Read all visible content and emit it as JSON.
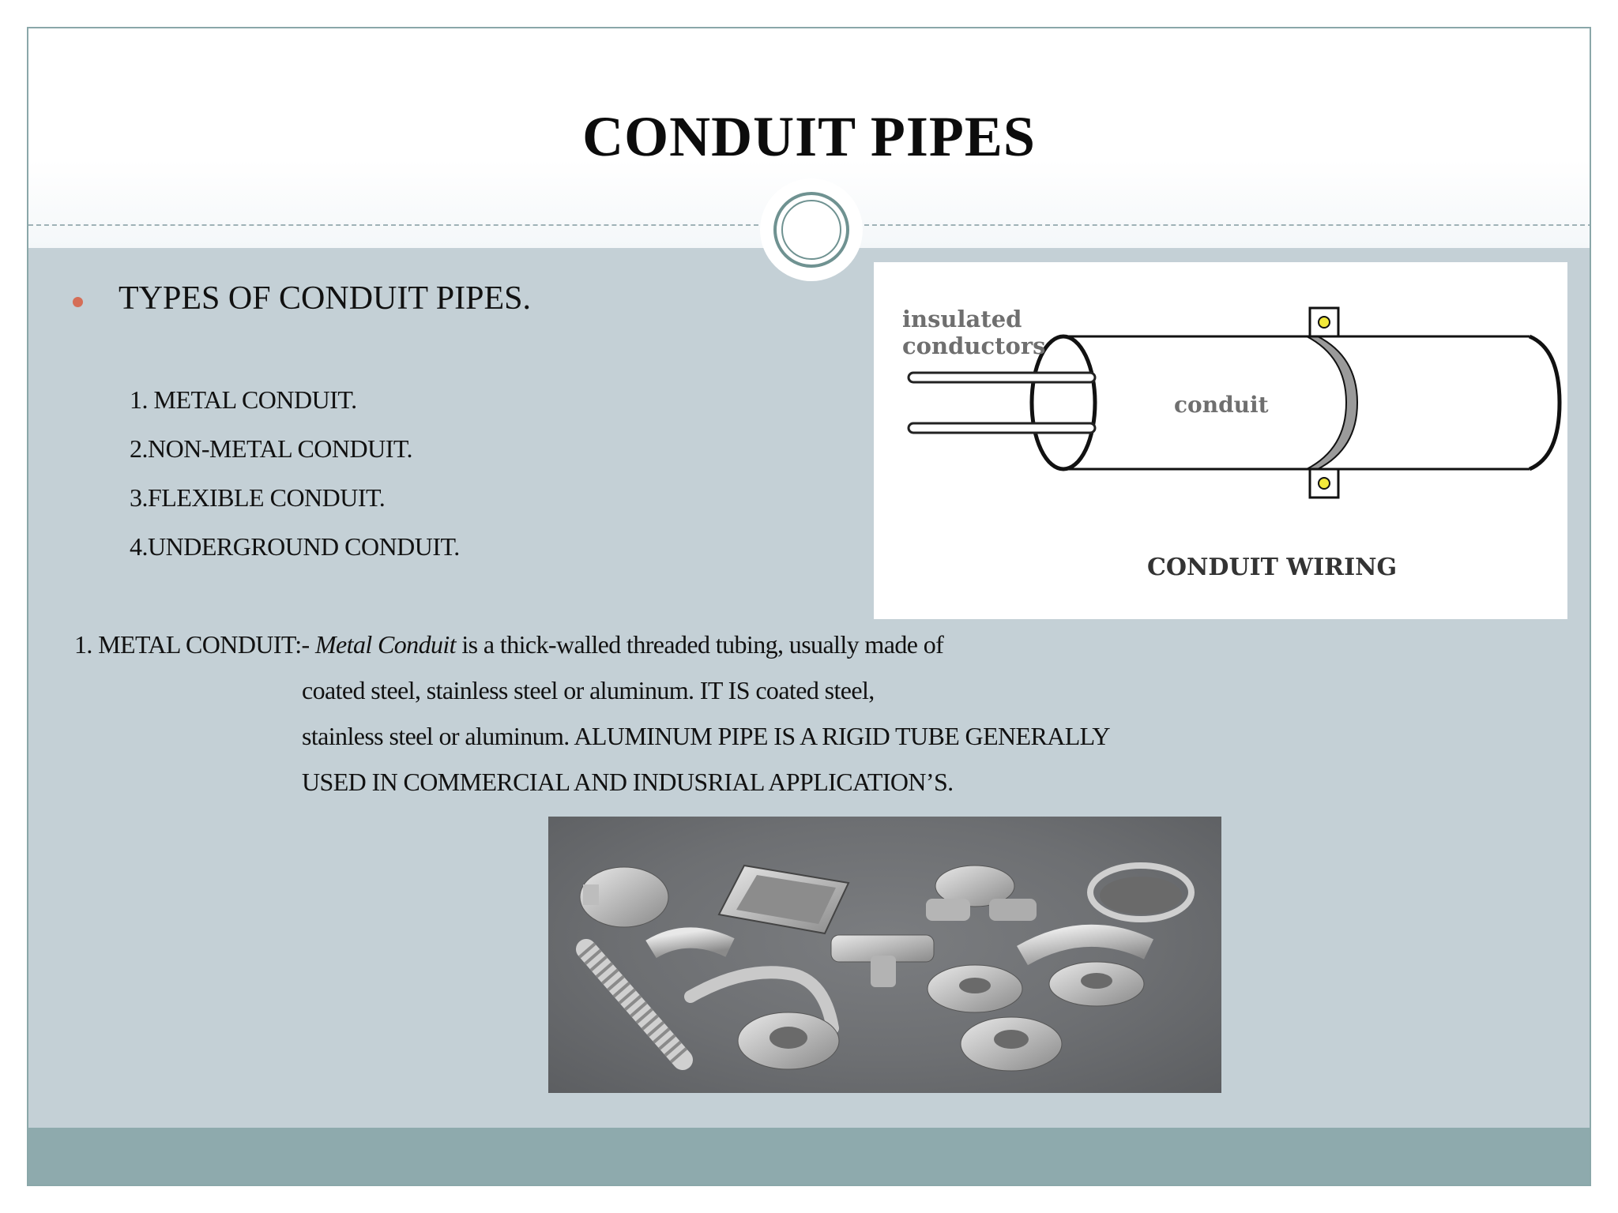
{
  "slide": {
    "title": "CONDUIT PIPES",
    "bullet_heading": "TYPES OF CONDUIT PIPES.",
    "types_list": [
      "1. METAL CONDUIT.",
      "2.NON-METAL CONDUIT.",
      "3.FLEXIBLE CONDUIT.",
      "4.UNDERGROUND CONDUIT."
    ],
    "metal_conduit": {
      "label": "1. METAL CONDUIT:- ",
      "term": "Metal Conduit",
      "line1_rest": " is a thick-walled threaded tubing, usually made of",
      "line2": "coated steel, stainless steel or aluminum. IT IS coated steel,",
      "line3": "stainless steel or aluminum. ALUMINUM PIPE IS A RIGID TUBE GENERALLY",
      "line4": "USED IN COMMERCIAL AND INDUSRIAL APPLICATION’S."
    }
  },
  "diagram": {
    "label_insulated": "insulated",
    "label_conductors": "conductors",
    "label_conduit": "conduit",
    "caption": "CONDUIT WIRING"
  },
  "colors": {
    "background": "#c4d0d6",
    "footer": "#8eaaad",
    "bullet": "#d56e57",
    "ornament": "#6f9291"
  }
}
